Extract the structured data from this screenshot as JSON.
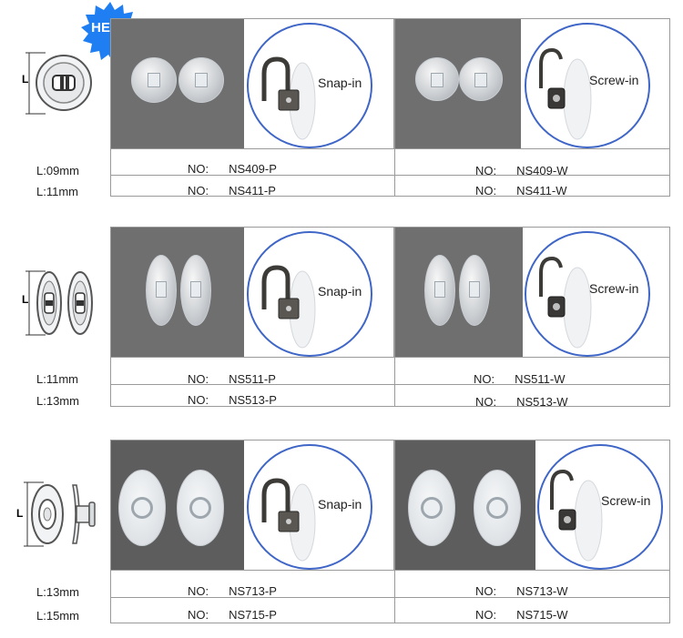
{
  "badge": "HERE",
  "dimension_label": "L",
  "colors": {
    "circle_border": "#3f66c7",
    "badge_blue": "#1f7ff2",
    "border": "#9a9a9a"
  },
  "rows": [
    {
      "sizes": [
        "L:09mm",
        "L:11mm"
      ],
      "left_type": "Snap-in",
      "right_type": "Screw-in",
      "codes": [
        {
          "prefix": "NO:",
          "left": "NS409-P",
          "right": "NS409-W"
        },
        {
          "prefix": "NO:",
          "left": "NS411-P",
          "right": "NS411-W"
        }
      ]
    },
    {
      "sizes": [
        "L:11mm",
        "L:13mm"
      ],
      "left_type": "Snap-in",
      "right_type": "Screw-in",
      "codes": [
        {
          "prefix": "NO:",
          "left": "NS511-P",
          "right": "NS511-W"
        },
        {
          "prefix": "NO:",
          "left": "NS513-P",
          "right": "NS513-W"
        }
      ]
    },
    {
      "sizes": [
        "L:13mm",
        "L:15mm"
      ],
      "left_type": "Snap-in",
      "right_type": "Screw-in",
      "codes": [
        {
          "prefix": "NO:",
          "left": "NS713-P",
          "right": "NS713-W"
        },
        {
          "prefix": "NO:",
          "left": "NS715-P",
          "right": "NS715-W"
        }
      ]
    }
  ]
}
